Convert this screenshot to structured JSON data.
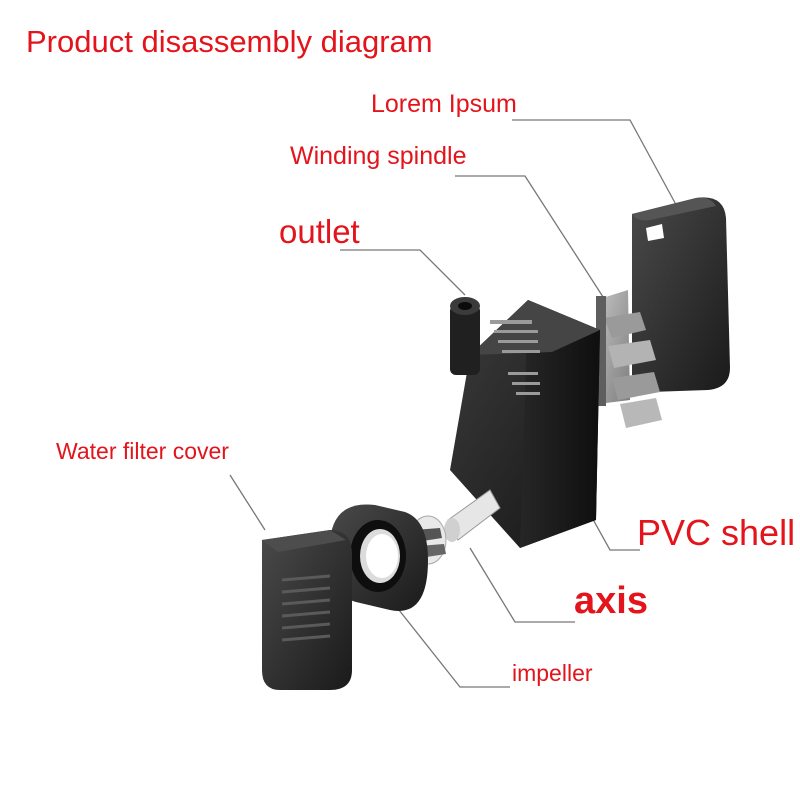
{
  "title": "Product disassembly diagram",
  "labels": {
    "lorem_ipsum": "Lorem Ipsum",
    "winding_spindle": "Winding spindle",
    "outlet": "outlet",
    "water_filter_cover": "Water filter cover",
    "pvc_shell": "PVC shell",
    "axis": "axis",
    "impeller": "impeller"
  },
  "colors": {
    "label_text": "#e3141b",
    "leader_line": "#777777",
    "part_dark": "#1e1e1e",
    "part_mid": "#3a3a3a",
    "spindle_gray": "#a9a9a9"
  }
}
